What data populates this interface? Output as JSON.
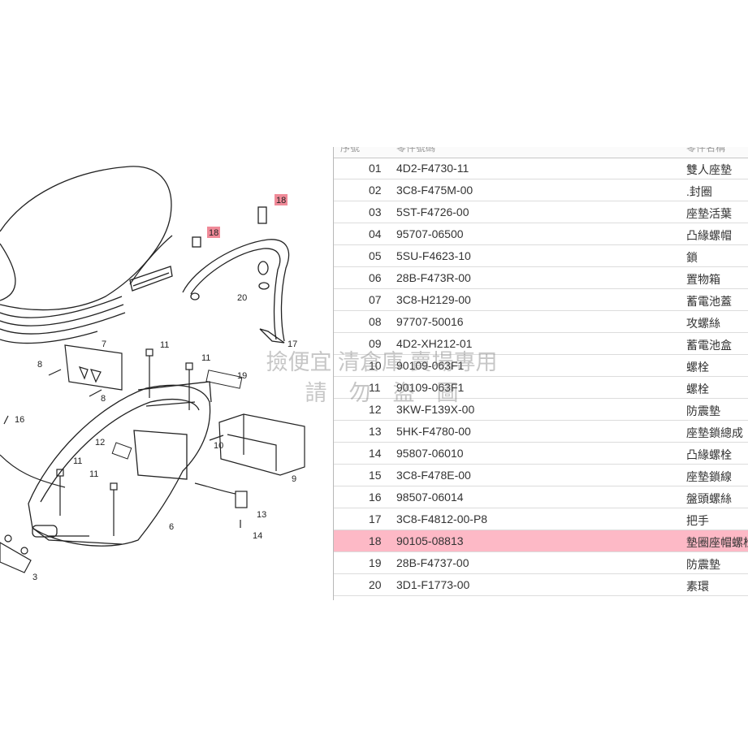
{
  "header": {
    "col_no": "序號",
    "col_part": "零件號碼",
    "col_name": "零件名稱"
  },
  "parts": [
    {
      "no": "01",
      "part": "4D2-F4730-11",
      "name": "雙人座墊"
    },
    {
      "no": "02",
      "part": "3C8-F475M-00",
      "name": ".封圈"
    },
    {
      "no": "03",
      "part": "5ST-F4726-00",
      "name": "座墊活葉"
    },
    {
      "no": "04",
      "part": "95707-06500",
      "name": "凸緣螺帽"
    },
    {
      "no": "05",
      "part": "5SU-F4623-10",
      "name": "鎖"
    },
    {
      "no": "06",
      "part": "28B-F473R-00",
      "name": "置物箱"
    },
    {
      "no": "07",
      "part": "3C8-H2129-00",
      "name": "蓄電池蓋"
    },
    {
      "no": "08",
      "part": "97707-50016",
      "name": "攻螺絲"
    },
    {
      "no": "09",
      "part": "4D2-XH212-01",
      "name": "蓄電池盒"
    },
    {
      "no": "10",
      "part": "90109-063F1",
      "name": "螺栓"
    },
    {
      "no": "11",
      "part": "90109-063F1",
      "name": "螺栓"
    },
    {
      "no": "12",
      "part": "3KW-F139X-00",
      "name": "防震墊"
    },
    {
      "no": "13",
      "part": "5HK-F4780-00",
      "name": "座墊鎖總成"
    },
    {
      "no": "14",
      "part": "95807-06010",
      "name": "凸緣螺栓"
    },
    {
      "no": "15",
      "part": "3C8-F478E-00",
      "name": "座墊鎖線"
    },
    {
      "no": "16",
      "part": "98507-06014",
      "name": "盤頭螺絲"
    },
    {
      "no": "17",
      "part": "3C8-F4812-00-P8",
      "name": "把手"
    },
    {
      "no": "18",
      "part": "90105-08813",
      "name": "墊圈座帽螺栓"
    },
    {
      "no": "19",
      "part": "28B-F4737-00",
      "name": "防震墊"
    },
    {
      "no": "20",
      "part": "3D1-F1773-00",
      "name": "素環"
    }
  ],
  "highlight_index": 17,
  "watermark": {
    "line1": "撿便宜 清倉庫 賣場專用",
    "line2": "請　勿　盜　圖"
  },
  "diagram_labels": {
    "l18a": "18",
    "l18b": "18",
    "l20": "20",
    "l17": "17",
    "l7": "7",
    "l8a": "8",
    "l8b": "8",
    "l11a": "11",
    "l11b": "11",
    "l11c": "11",
    "l11d": "11",
    "l19": "19",
    "l16": "16",
    "l12": "12",
    "l10": "10",
    "l9": "9",
    "l13": "13",
    "l14": "14",
    "l6": "6",
    "l3": "3"
  },
  "colors": {
    "highlight": "#fdb9c6",
    "callout": "#f08a98"
  }
}
